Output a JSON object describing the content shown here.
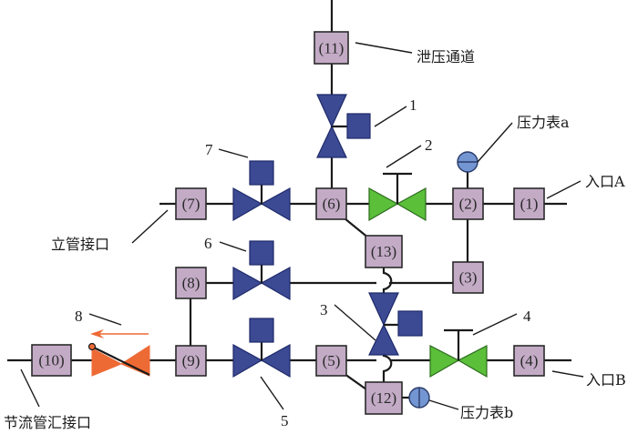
{
  "diagram": {
    "type": "valve-manifold-schematic",
    "nodes": [
      {
        "id": "n1",
        "label": "(1)"
      },
      {
        "id": "n2",
        "label": "(2)"
      },
      {
        "id": "n3",
        "label": "(3)"
      },
      {
        "id": "n4",
        "label": "(4)"
      },
      {
        "id": "n5",
        "label": "(5)"
      },
      {
        "id": "n6",
        "label": "(6)"
      },
      {
        "id": "n7",
        "label": "(7)"
      },
      {
        "id": "n8",
        "label": "(8)"
      },
      {
        "id": "n9",
        "label": "(9)"
      },
      {
        "id": "n10",
        "label": "(10)"
      },
      {
        "id": "n11",
        "label": "(11)"
      },
      {
        "id": "n12",
        "label": "(12)"
      },
      {
        "id": "n13",
        "label": "(13)"
      }
    ],
    "valves": [
      {
        "id": "v1",
        "number": "1",
        "kind": "actuated",
        "color": "#3c4a93"
      },
      {
        "id": "v2",
        "number": "2",
        "kind": "manual",
        "color": "#5bbf3a"
      },
      {
        "id": "v3",
        "number": "3",
        "kind": "actuated",
        "color": "#3c4a93"
      },
      {
        "id": "v4",
        "number": "4",
        "kind": "manual",
        "color": "#5bbf3a"
      },
      {
        "id": "v5",
        "number": "5",
        "kind": "actuated",
        "color": "#3c4a93"
      },
      {
        "id": "v6",
        "number": "6",
        "kind": "actuated",
        "color": "#3c4a93"
      },
      {
        "id": "v7",
        "number": "7",
        "kind": "actuated",
        "color": "#3c4a93"
      },
      {
        "id": "v8",
        "number": "8",
        "kind": "check",
        "color": "#ee6a35"
      }
    ],
    "labels": {
      "relief": "泄压通道",
      "gauge_a": "压力表a",
      "gauge_b": "压力表b",
      "inlet_a": "入口A",
      "inlet_b": "入口B",
      "riser": "立管接口",
      "choke": "节流管汇接口"
    },
    "colors": {
      "node_fill": "#c3abc6",
      "actuated_valve": "#3c4a93",
      "manual_valve": "#5bbf3a",
      "check_valve": "#ee6a35",
      "gauge": "#7395d1"
    }
  }
}
